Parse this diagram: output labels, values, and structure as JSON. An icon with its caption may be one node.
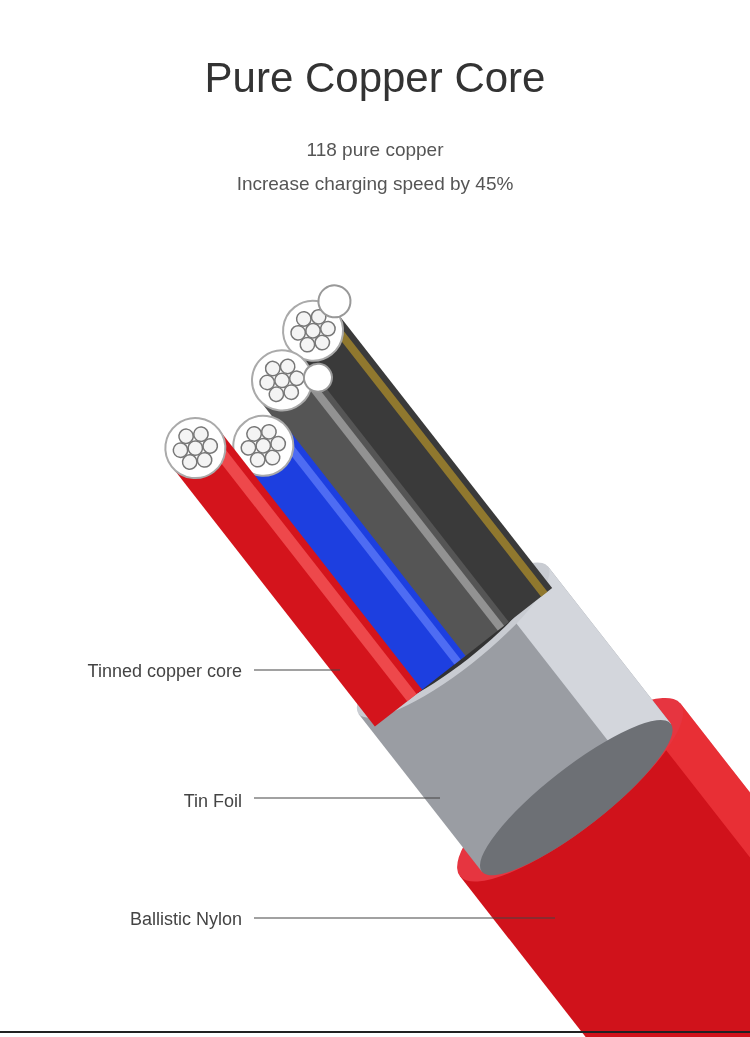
{
  "diagram": {
    "title": "Pure Copper Core",
    "nodes": [
      {
        "text": [
          "Tinned copper core"
        ]
      },
      {
        "text": [
          "Tin Foil"
        ]
      },
      {
        "text": [
          "Ballistic Nylon"
        ]
      },
      {
        "text": [],
        "shape": "picture"
      },
      {
        "text": [],
        "shape": "picture"
      },
      {
        "text": [],
        "shape": "picture"
      }
    ],
    "edges": [
      {
        "from": 0,
        "to": 3,
        "arrow": "none"
      },
      {
        "from": 1,
        "to": 4,
        "arrow": "none"
      },
      {
        "from": 2,
        "to": 5,
        "arrow": "none"
      }
    ],
    "labels": [
      "118 pure copper",
      "Increase charging speed by 45%"
    ]
  }
}
